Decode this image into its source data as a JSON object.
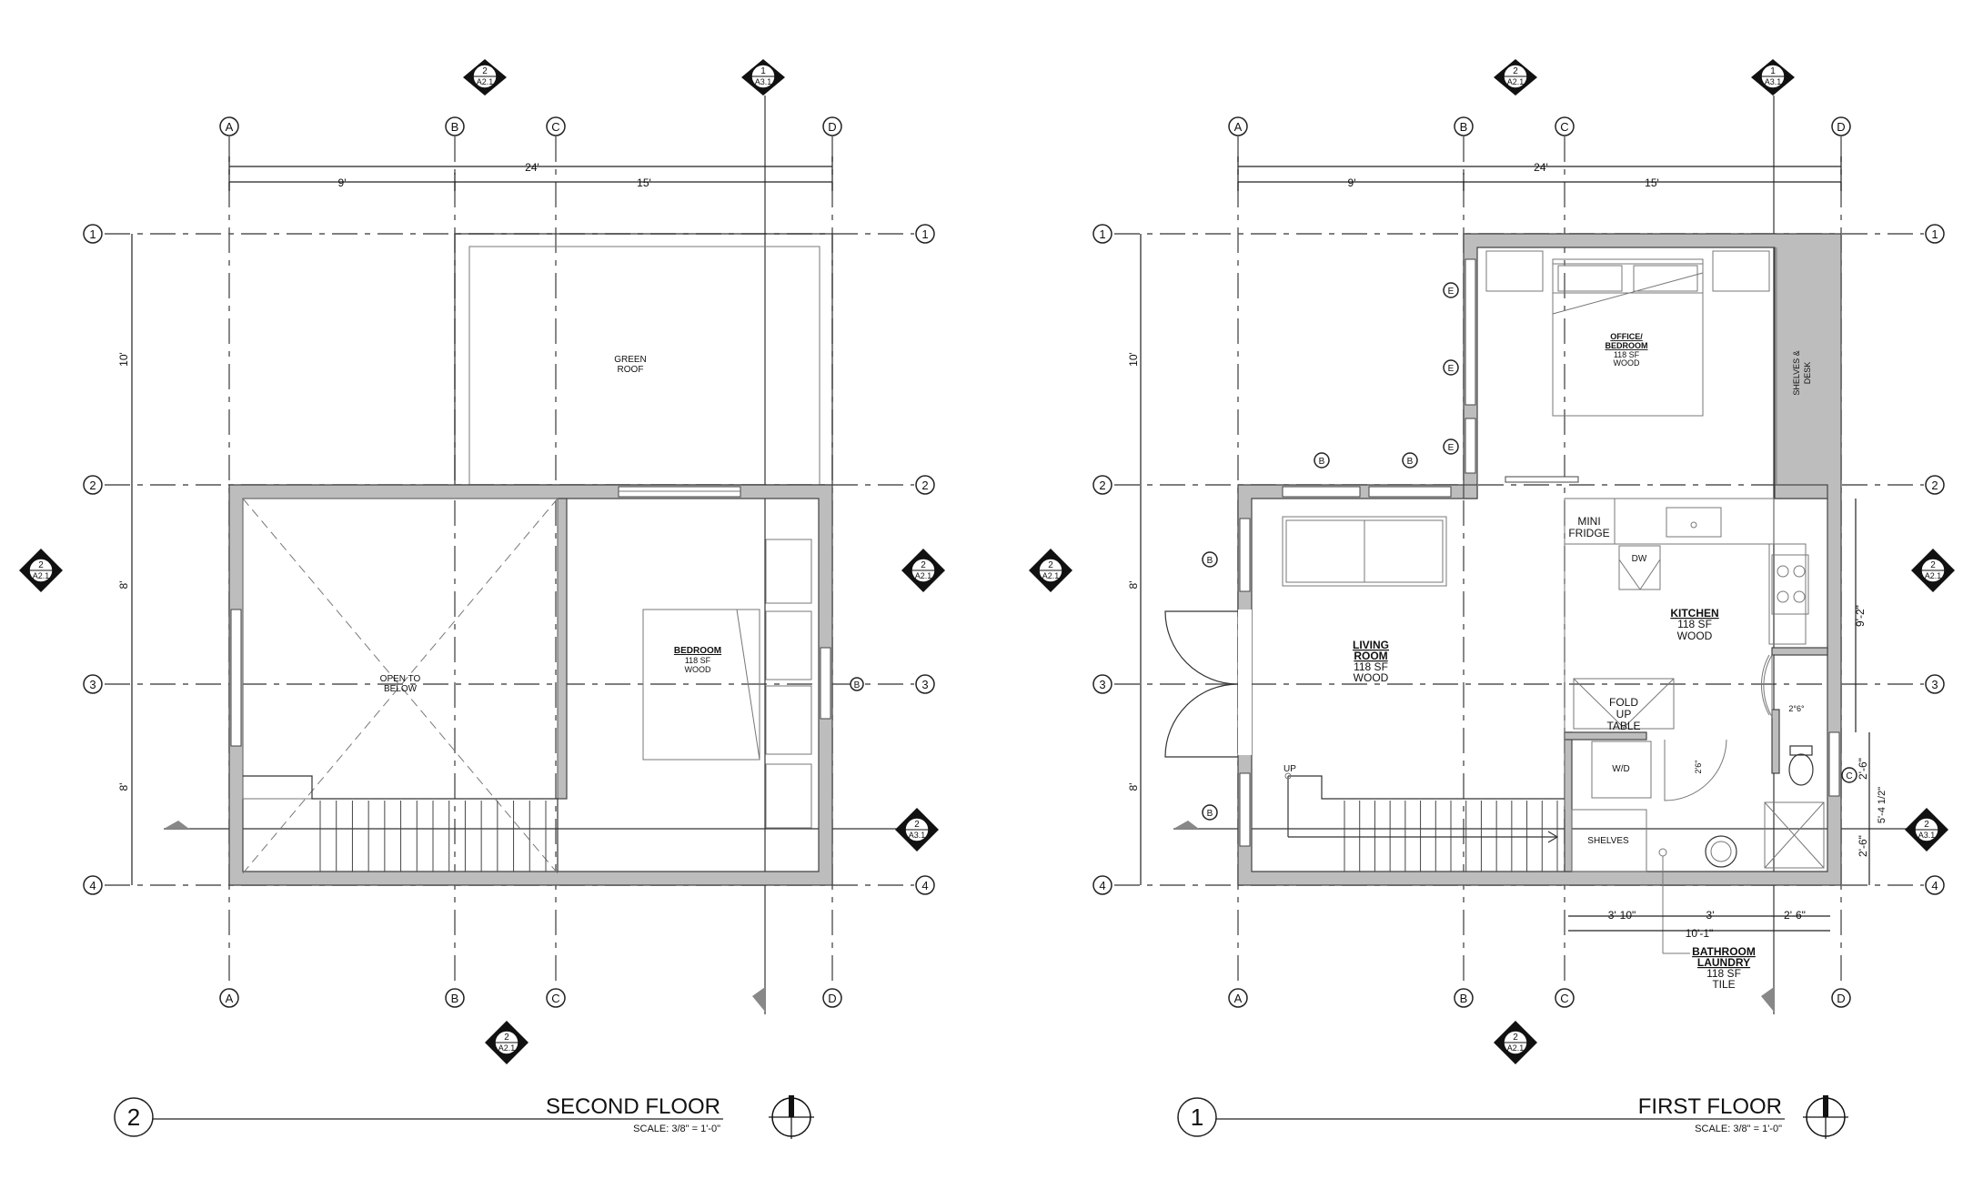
{
  "grid_letters": [
    "A",
    "B",
    "C",
    "D"
  ],
  "grid_numbers": [
    "1",
    "2",
    "3",
    "4"
  ],
  "section_markers": {
    "sec_2_num": "2",
    "sec_2_ref": "A2.1",
    "sec_1_num": "1",
    "sec_1_ref": "A3.1",
    "sec_3_num": "2",
    "sec_3_ref": "A3.1"
  },
  "dims": {
    "overall_width": "24'",
    "width_a_b": "9'",
    "width_b_d": "15'",
    "height_1_2": "10'",
    "height_2_3": "8'",
    "height_3_4": "8'"
  },
  "second_floor": {
    "title_number": "2",
    "title": "SECOND FLOOR",
    "scale": "SCALE: 3/8\" = 1'-0\"",
    "green_roof_l1": "GREEN",
    "green_roof_l2": "ROOF",
    "open_l1": "OPEN TO",
    "open_l2": "BELOW",
    "bedroom": {
      "name": "BEDROOM",
      "area": "118 SF",
      "finish": "WOOD"
    },
    "tag_b": "B"
  },
  "first_floor": {
    "title_number": "1",
    "title": "FIRST FLOOR",
    "scale": "SCALE: 3/8\" = 1'-0\"",
    "office": {
      "name_l1": "OFFICE/",
      "name_l2": "BEDROOM",
      "area": "118 SF",
      "finish": "WOOD"
    },
    "shelves_desk_l1": "SHELVES &",
    "shelves_desk_l2": "DESK",
    "mini_fridge_l1": "MINI",
    "mini_fridge_l2": "FRIDGE",
    "dw": "DW",
    "kitchen": {
      "name": "KITCHEN",
      "area": "118 SF",
      "finish": "WOOD"
    },
    "living": {
      "name_l1": "LIVING",
      "name_l2": "ROOM",
      "area": "118 SF",
      "finish": "WOOD"
    },
    "fold_table_l1": "FOLD",
    "fold_table_l2": "UP",
    "fold_table_l3": "TABLE",
    "wd": "W/D",
    "shelves": "SHELVES",
    "up": "UP",
    "door_a": "2'6\"",
    "door_b": "2°6°",
    "bath": {
      "name_l1": "BATHROOM",
      "name_l2": "LAUNDRY",
      "area": "118 SF",
      "finish": "TILE"
    },
    "dim_bath_1": "3'-10\"",
    "dim_bath_2": "3'",
    "dim_bath_3": "2'-6\"",
    "dim_bath_total": "10'-1\"",
    "dim_v_total": "9'-2\"",
    "dim_v_1": "2'-6\"",
    "dim_v_2": "5'-4 1/2\"",
    "dim_v_3": "2'-6\"",
    "tag_e": "E",
    "tag_b": "B",
    "tag_c": "C"
  }
}
